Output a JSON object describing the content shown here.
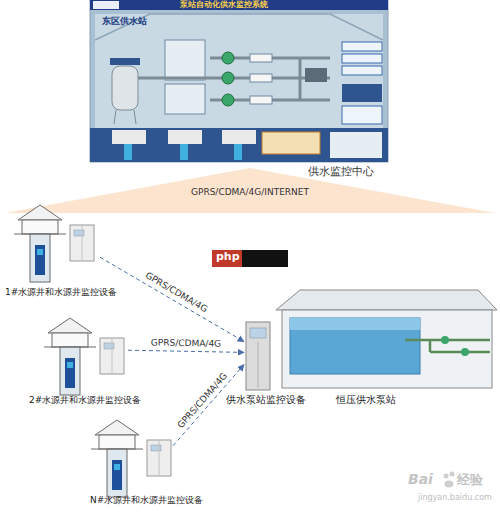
{
  "diagram": {
    "nodes": [
      {
        "text": [
          "泵站自动化供水监控系统",
          "东区供水站",
          "供水监控中心"
        ]
      },
      {
        "text": [
          "1#水源井和水源井监控设备"
        ]
      },
      {
        "text": [
          "2#水源井和水源井监控设备"
        ]
      },
      {
        "text": [
          "N#水源井和水源井监控设备"
        ]
      },
      {
        "text": [
          "供水泵站监控设备"
        ]
      },
      {
        "text": [
          "恒压供水泵站"
        ]
      }
    ],
    "edges": [
      {
        "from": 1,
        "to": 4,
        "label": "GPRS/CDMA/4G",
        "arrow": "to"
      },
      {
        "from": 2,
        "to": 4,
        "label": "GPRS/CDMA/4G",
        "arrow": "to"
      },
      {
        "from": 3,
        "to": 4,
        "label": "GPRS/CDMA/4G",
        "arrow": "to"
      }
    ],
    "labels": [
      "GPRS/CDMA/4G/INTERNET",
      "php",
      "Bai",
      "经验",
      "jingyan.baidu.com"
    ]
  }
}
